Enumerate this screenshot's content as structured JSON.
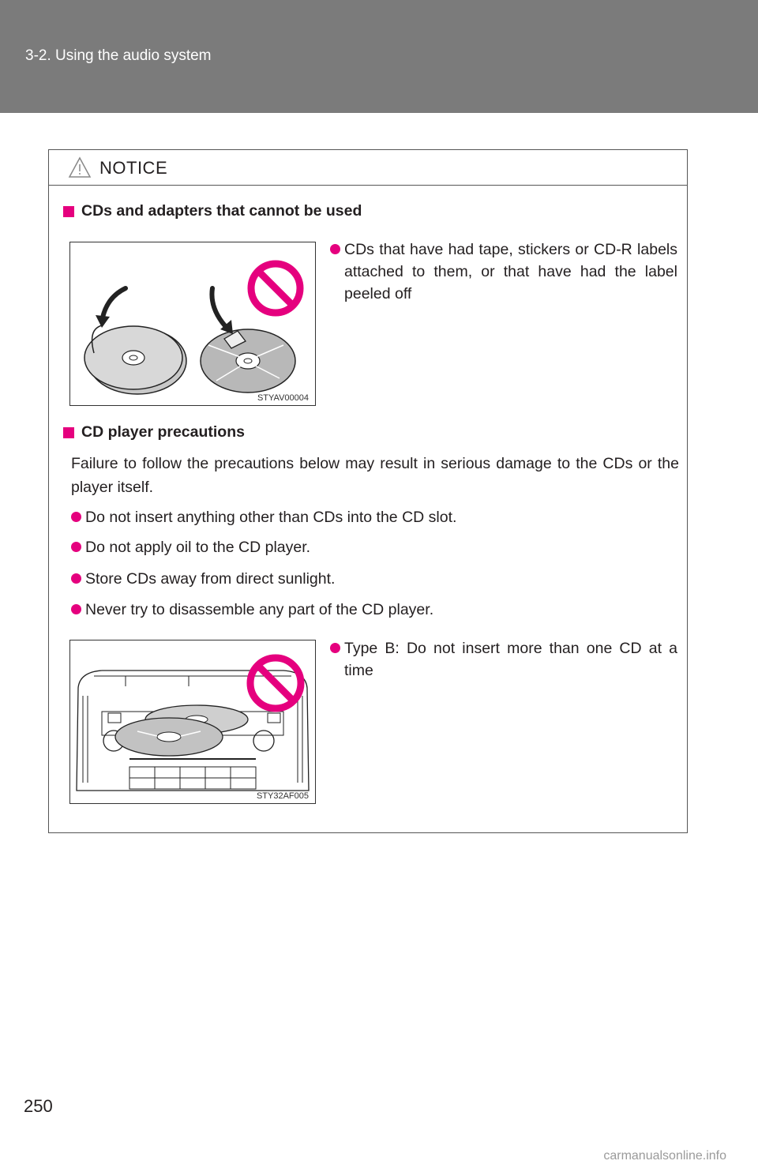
{
  "header": {
    "title": "3-2. Using the audio system"
  },
  "notice": {
    "label": "NOTICE",
    "section1": {
      "heading": "CDs and adapters that cannot be used",
      "bullet": "CDs that have had tape, stickers or CD-R labels attached to them, or that have had the label peeled off",
      "figure_code": "STYAV00004"
    },
    "section2": {
      "heading": "CD player precautions",
      "intro": "Failure to follow the precautions below may result in serious damage to the CDs or the player itself.",
      "items": [
        "Do not insert anything other than CDs into the CD slot.",
        "Do not apply oil to the CD player.",
        "Store CDs away from direct sunlight.",
        "Never try to disassemble any part of the CD player."
      ],
      "type_b_bullet": "Type B: Do not insert more than one CD at a time",
      "figure_code": "STY32AF005"
    }
  },
  "page_number": "250",
  "watermark": "carmanualsonline.info",
  "colors": {
    "header_bg": "#7b7b7b",
    "accent": "#e5007e"
  }
}
